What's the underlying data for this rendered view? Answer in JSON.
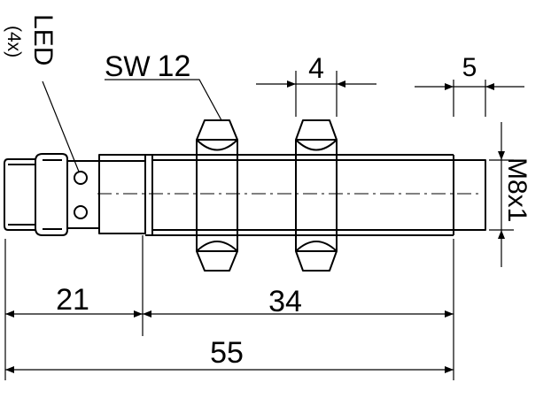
{
  "labels": {
    "led": "LED",
    "led_count": "(4x)",
    "wrench_prefix": "SW",
    "wrench_size": "12",
    "nut_width": "4",
    "face_length": "5",
    "thread": "M8x1",
    "connector_length": "21",
    "thread_length": "34",
    "total_length": "55"
  }
}
